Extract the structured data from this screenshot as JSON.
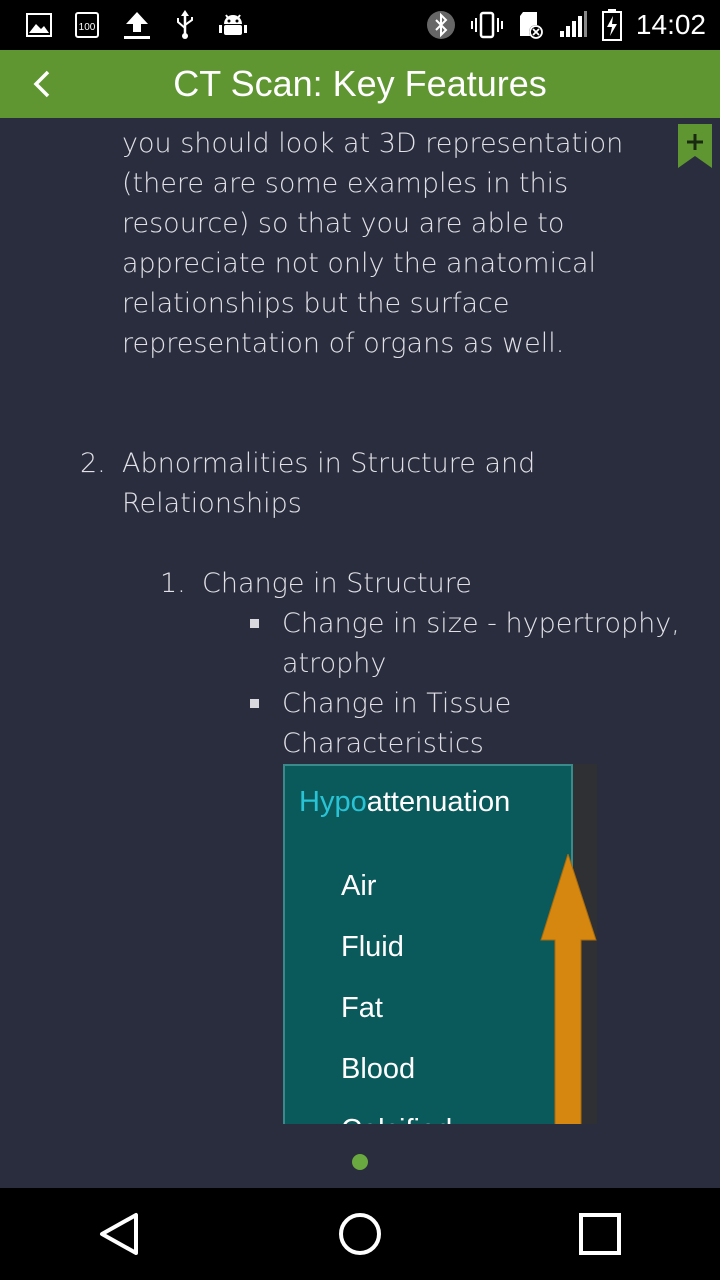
{
  "status_bar": {
    "time": "14:02",
    "notification_icons": [
      "gallery-icon",
      "battery-100-icon",
      "upload-icon",
      "usb-icon",
      "android-debug-icon"
    ],
    "battery_label": "100",
    "system_icons": [
      "bluetooth-icon",
      "vibrate-icon",
      "sd-card-icon",
      "signal-icon",
      "battery-charging-icon"
    ]
  },
  "app_bar": {
    "title": "CT Scan: Key Features",
    "color": "#5f9632"
  },
  "content": {
    "paragraph": "you should look at 3D representation (there are some examples in this resource) so that you are able to appreciate not only the anatomical relationships but the surface representation of organs as well.",
    "list_item_2": {
      "number": "2.",
      "text": "Abnormalities in Structure and Relationships"
    },
    "sub_item_1": {
      "number": "1.",
      "text": "Change in Structure"
    },
    "bullets": [
      "Change in size - hypertrophy, atrophy",
      "Change in Tissue Characteristics"
    ]
  },
  "figure": {
    "title_prefix": "Hypo",
    "title_rest": "attenuation",
    "items": [
      "Air",
      "Fluid",
      "Fat",
      "Blood",
      "Calcified"
    ],
    "panel_color": "#0a5a5c",
    "highlight_color": "#29c3d6",
    "arrow_color": "#d6870f"
  },
  "pager": {
    "current_page": 1,
    "total_pages": 1
  },
  "nav_bar": {
    "buttons": [
      "back-icon",
      "home-icon",
      "recents-icon"
    ]
  }
}
